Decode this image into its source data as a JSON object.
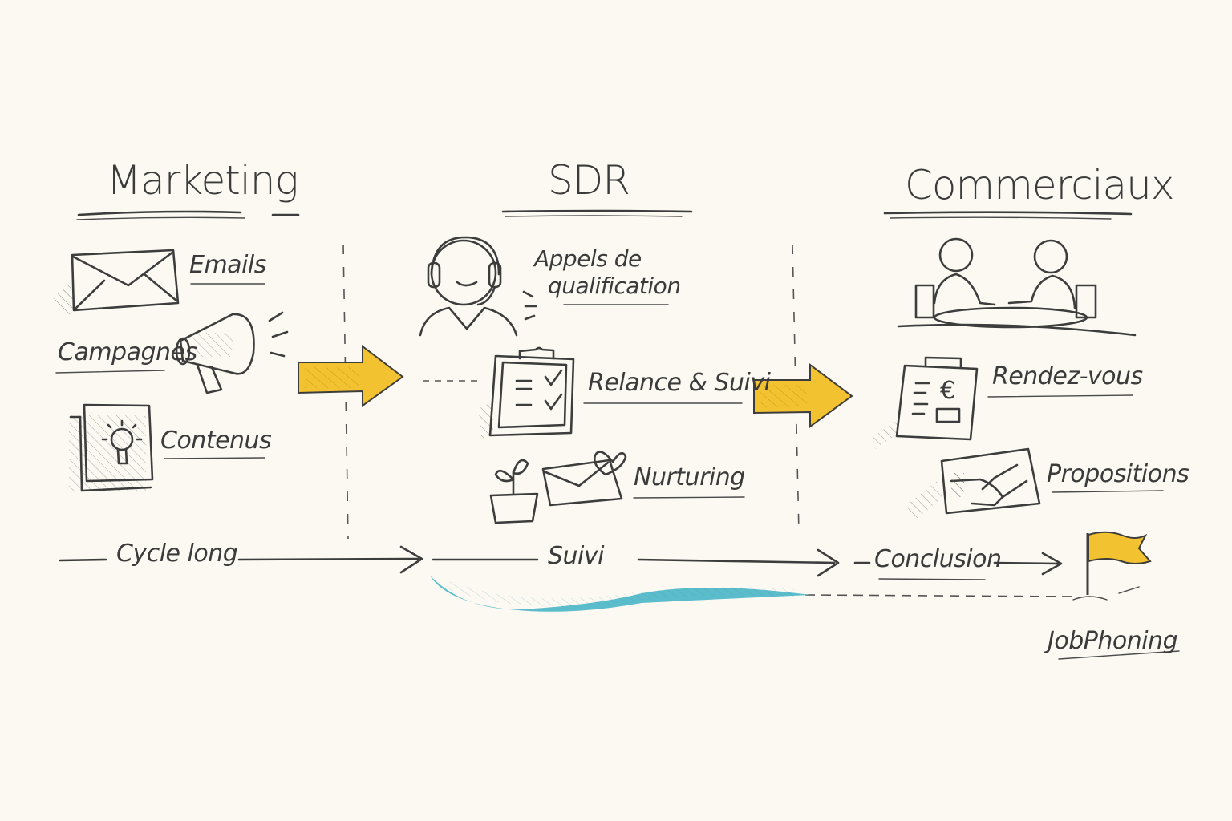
{
  "columns": [
    {
      "title": "Marketing",
      "items": [
        {
          "label": "Emails",
          "icon": "envelope-icon"
        },
        {
          "label": "Campagnes",
          "icon": "megaphone-icon"
        },
        {
          "label": "Contenus",
          "icon": "lightbulb-document-icon"
        }
      ]
    },
    {
      "title": "SDR",
      "items": [
        {
          "label_line1": "Appels de",
          "label_line2": "qualification",
          "icon": "headset-agent-icon"
        },
        {
          "label": "Relance & Suivi",
          "icon": "clipboard-checklist-icon"
        },
        {
          "label": "Nurturing",
          "icon": "plant-and-heart-envelope-icon"
        }
      ]
    },
    {
      "title": "Commerciaux",
      "items": [
        {
          "label": "",
          "icon": "meeting-table-icon"
        },
        {
          "label": "Rendez-vous",
          "icon": "euro-invoice-icon"
        },
        {
          "label": "Propositions",
          "icon": "handshake-icon"
        }
      ]
    }
  ],
  "timeline": {
    "stages": [
      "Cycle long",
      "Suivi",
      "Conclusion"
    ],
    "end_label": "JobPhoning",
    "end_icon": "flag-icon"
  },
  "colors": {
    "background": "#fbf9f2",
    "ink": "#3d3d3d",
    "arrow_yellow": "#f2c230",
    "wave_blue": "#5bbccc",
    "flag_yellow": "#f2c230"
  }
}
